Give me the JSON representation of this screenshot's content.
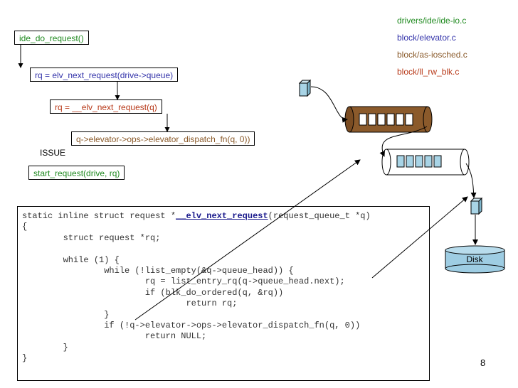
{
  "legend": [
    {
      "text": "drivers/ide/ide-io.c",
      "color": "#208a20"
    },
    {
      "text": "block/elevator.c",
      "color": "#3333aa"
    },
    {
      "text": "block/as-iosched.c",
      "color": "#8a5a2a"
    },
    {
      "text": "block/ll_rw_blk.c",
      "color": "#b83a1a"
    }
  ],
  "boxes": {
    "ide_do_request": "ide_do_request()",
    "elv_next_request": "rq = elv_next_request(drive->queue)",
    "__elv_next_request": "rq = __elv_next_request(q)",
    "dispatch_fn": "q->elevator->ops->elevator_dispatch_fn(q, 0))",
    "start_request": "start_request(drive, rq)"
  },
  "issue_label": "ISSUE",
  "code": {
    "sig_prefix": "static inline struct request *",
    "sig_fn": "__elv_next_request",
    "sig_suffix": "(request_queue_t *q)",
    "body": "{\n        struct request *rq;\n\n        while (1) {\n                while (!list_empty(&q->queue_head)) {\n                        rq = list_entry_rq(q->queue_head.next);\n                        if (blk_do_ordered(q, &rq))\n                                return rq;\n                }\n                if (!q->elevator->ops->elevator_dispatch_fn(q, 0))\n                        return NULL;\n        }\n}"
  },
  "disk_label": "Disk",
  "page_number": "8",
  "colors": {
    "queue_brown": "#8b5a2b",
    "queue_white": "#ffffff",
    "request_blue": "#a8d4e6",
    "disk_blue": "#9ecde3",
    "arrow": "#000000"
  }
}
